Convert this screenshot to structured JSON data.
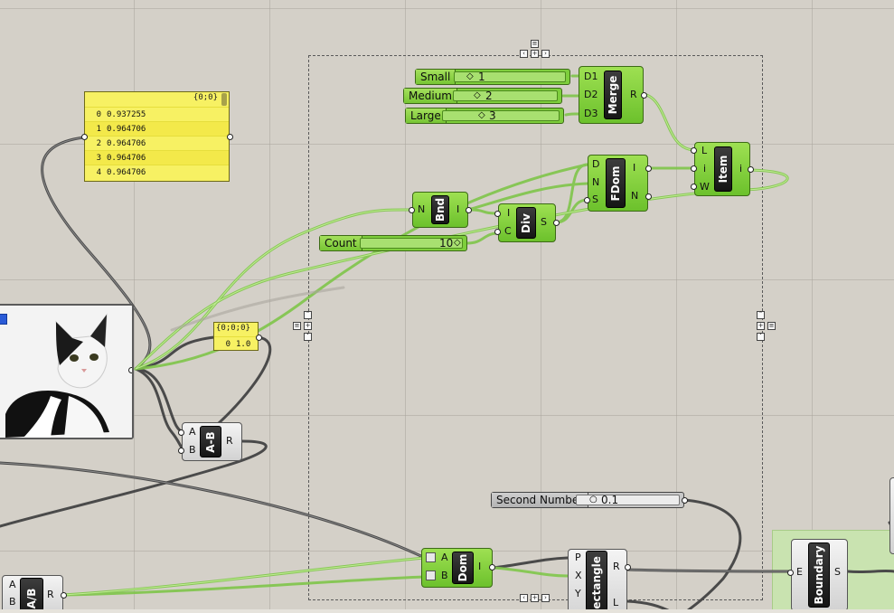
{
  "sliders": {
    "small": {
      "name": "Small",
      "value": "1"
    },
    "medium": {
      "name": "Medium",
      "value": "2"
    },
    "large": {
      "name": "Large",
      "value": "3"
    },
    "count": {
      "name": "Count",
      "value": "10"
    },
    "second_number": {
      "name": "Second Number",
      "value": "0.1"
    }
  },
  "merge": {
    "nickname": "Merge",
    "inputs": [
      "D1",
      "D2",
      "D3"
    ],
    "output": "R"
  },
  "list_item": {
    "nickname": "Item",
    "inputs": [
      "L",
      "i",
      "W"
    ],
    "output": "i"
  },
  "bounds": {
    "nickname": "Bnd",
    "input": "N",
    "output": "I"
  },
  "divide_domain": {
    "nickname": "Div",
    "inputs": [
      "I",
      "C"
    ],
    "output": "S"
  },
  "find_domain": {
    "nickname": "FDom",
    "inputs": [
      "D",
      "N",
      "S"
    ],
    "outputs": [
      "I",
      "N"
    ]
  },
  "panel_values": {
    "title": "{0;0}",
    "rows": [
      {
        "index": "0",
        "value": "0.937255"
      },
      {
        "index": "1",
        "value": "0.964706"
      },
      {
        "index": "2",
        "value": "0.964706"
      },
      {
        "index": "3",
        "value": "0.964706"
      },
      {
        "index": "4",
        "value": "0.964706"
      }
    ]
  },
  "panel_small": {
    "title": "{0;0;0}",
    "index": "0",
    "value": "1.0"
  },
  "subtract": {
    "nickname": "A-B",
    "inputs": [
      "A",
      "B"
    ],
    "output": "R"
  },
  "divide": {
    "nickname": "A/B",
    "inputs": [
      "A",
      "B"
    ],
    "output": "R"
  },
  "construct_domain": {
    "nickname": "Dom",
    "inputs": [
      "A",
      "B"
    ],
    "output": "I"
  },
  "rectangle": {
    "nickname": "Rectangle",
    "inputs": [
      "P",
      "X",
      "Y"
    ],
    "outputs": [
      "R",
      "L"
    ]
  },
  "boundary": {
    "nickname": "Boundary",
    "input": "E",
    "output": "S"
  },
  "image": {
    "subject": "cat-photo",
    "icon": "save-icon"
  },
  "colors": {
    "canvas": "#d4d0c8",
    "component_green": "#7ece3c",
    "wire_green": "#8fd15a",
    "wire_gray": "#4a4a4a",
    "panel_yellow": "#f7f163",
    "group_green": "#c9e3b0"
  }
}
